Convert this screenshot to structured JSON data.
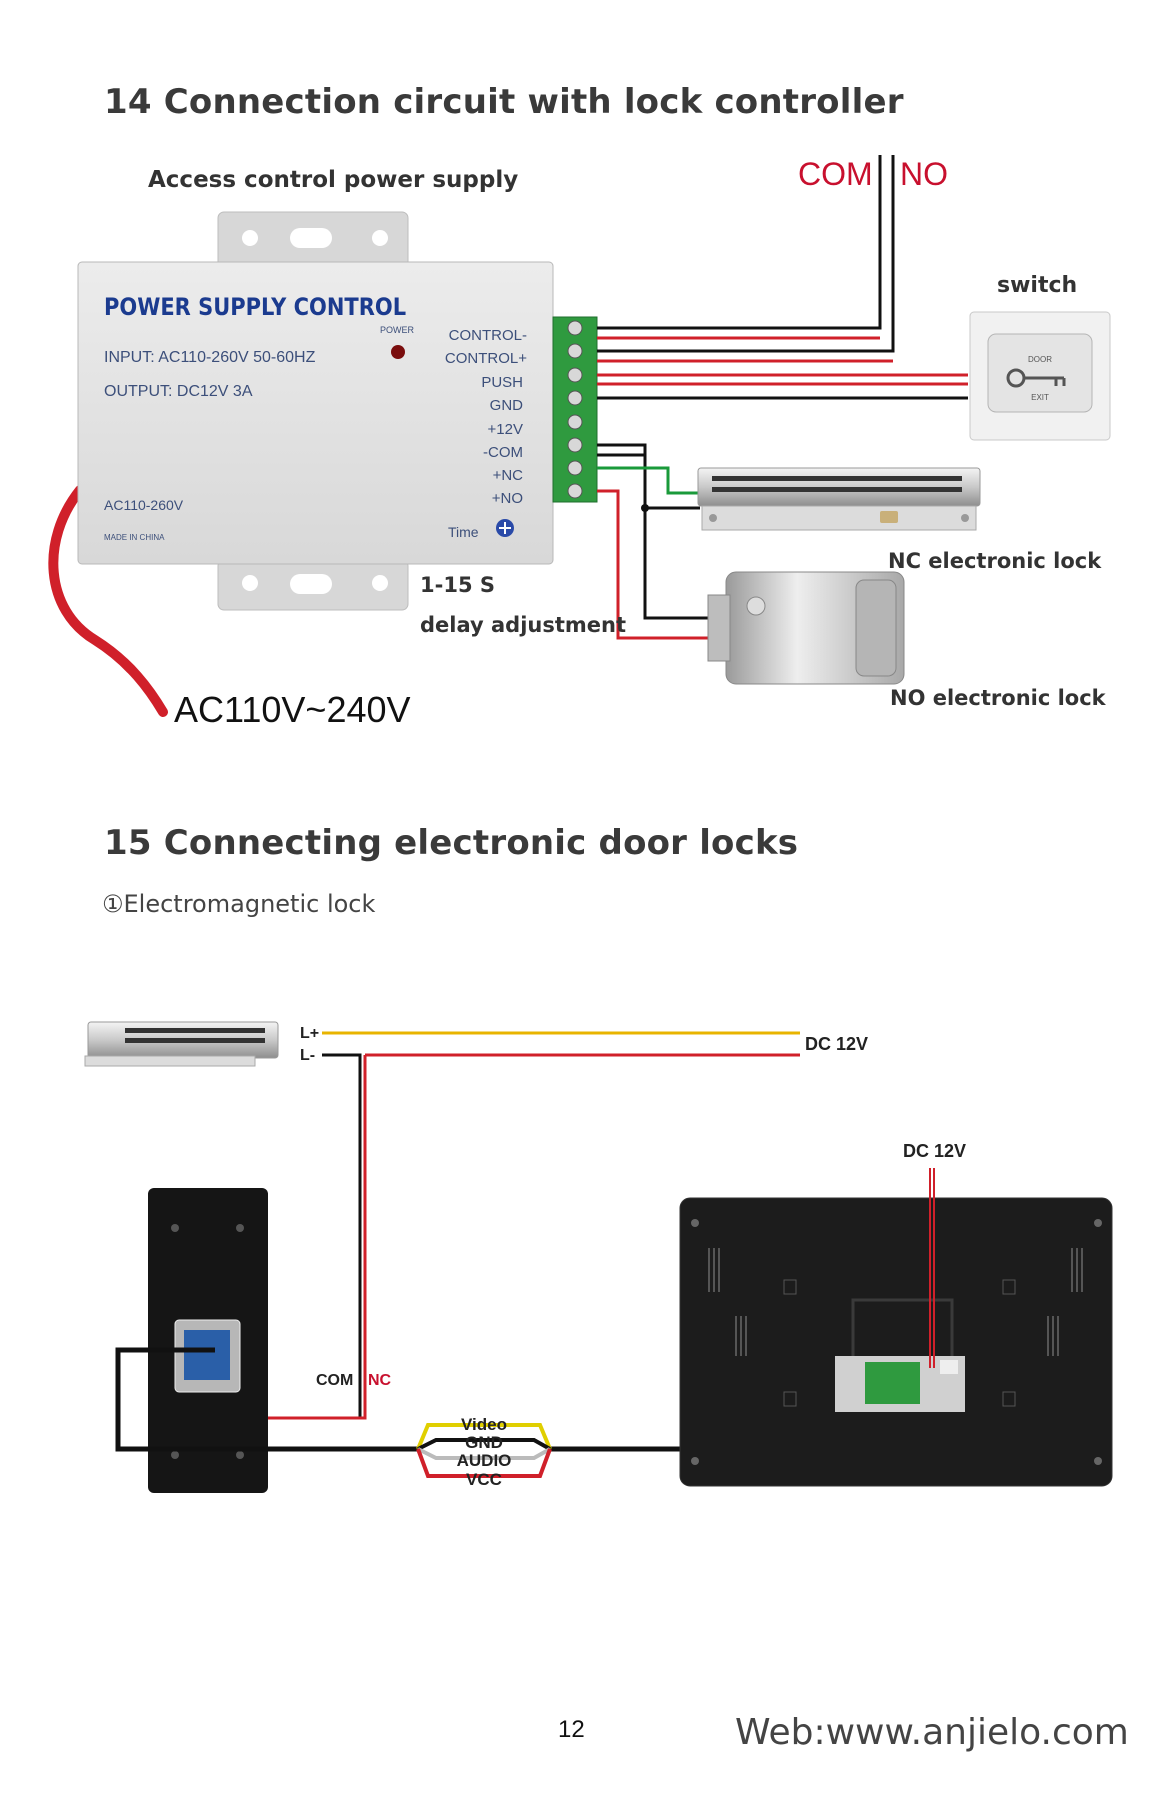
{
  "section14": {
    "title": "14  Connection circuit with lock controller",
    "label_psu": "Access control power supply",
    "label_com": "COM",
    "label_no": "NO",
    "label_switch": "switch",
    "psu_brand": "POWER SUPPLY CONTROL",
    "psu_input": "INPUT: AC110-260V 50-60HZ",
    "psu_output": "OUTPUT: DC12V  3A",
    "psu_power": "POWER",
    "psu_ac": "AC110-260V",
    "psu_made": "MADE IN CHINA",
    "psu_time": "Time",
    "terminals": [
      "CONTROL-",
      "CONTROL+",
      "PUSH",
      "GND",
      "+12V",
      "-COM",
      "+NC",
      "+NO"
    ],
    "switch_door": "DOOR",
    "switch_exit": "EXIT",
    "label_nc_lock": "NC electronic lock",
    "label_no_lock": "NO electronic lock",
    "label_delay_1": "1-15 S",
    "label_delay_2": "delay adjustment",
    "label_ac": "AC110V~240V"
  },
  "section15": {
    "title": "15 Connecting electronic door locks",
    "subtitle": "①Electromagnetic lock",
    "label_lplus": "L+",
    "label_lminus": "L-",
    "label_dc12v_top": "DC 12V",
    "label_dc12v_monitor": "DC 12V",
    "label_com": "COM",
    "label_nc": "NC",
    "cable_labels": [
      "Video",
      "GND",
      "AUDIO",
      "VCC"
    ]
  },
  "footer": {
    "page_number": "12",
    "web": "Web:www.anjielo.com"
  },
  "colors": {
    "wire_red": "#d0202a",
    "wire_black": "#111111",
    "wire_green": "#1a9a3a",
    "wire_yellow": "#e8b400",
    "terminal_green": "#2f9a3f",
    "label_red": "#c8102e"
  }
}
